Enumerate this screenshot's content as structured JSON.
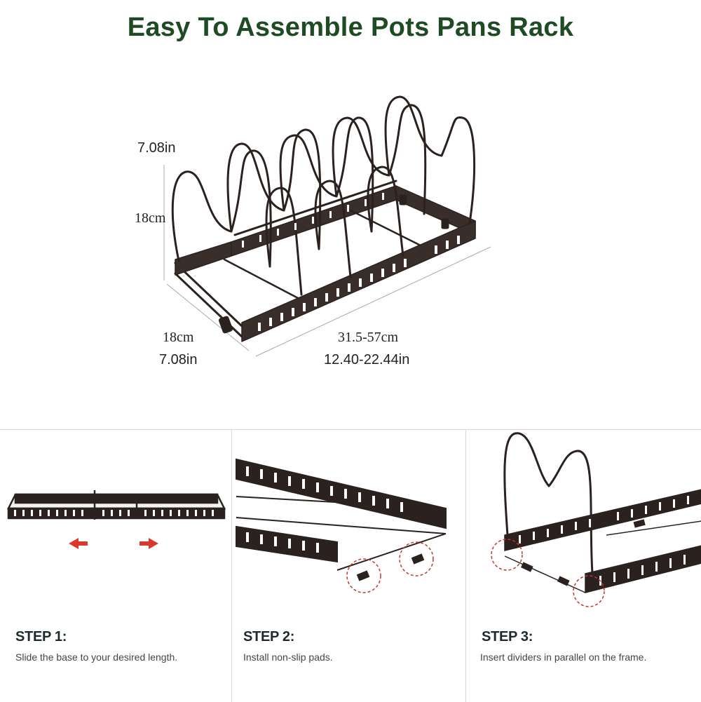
{
  "title": "Easy To Assemble Pots Pans Rack",
  "dimensions": {
    "height_in": "7.08in",
    "height_cm": "18cm",
    "depth_cm": "18cm",
    "depth_in": "7.08in",
    "length_cm": "31.5-57cm",
    "length_in": "12.40-22.44in"
  },
  "steps": [
    {
      "title": "STEP 1:",
      "desc": "Slide the base to your desired length."
    },
    {
      "title": "STEP 2:",
      "desc": "Install non-slip pads."
    },
    {
      "title": "STEP 3:",
      "desc": "Insert dividers in parallel on the frame."
    }
  ],
  "colors": {
    "title": "#1e4a24",
    "rack": "#2b2220",
    "arrow": "#d9382b",
    "highlight": "#c0392b"
  }
}
